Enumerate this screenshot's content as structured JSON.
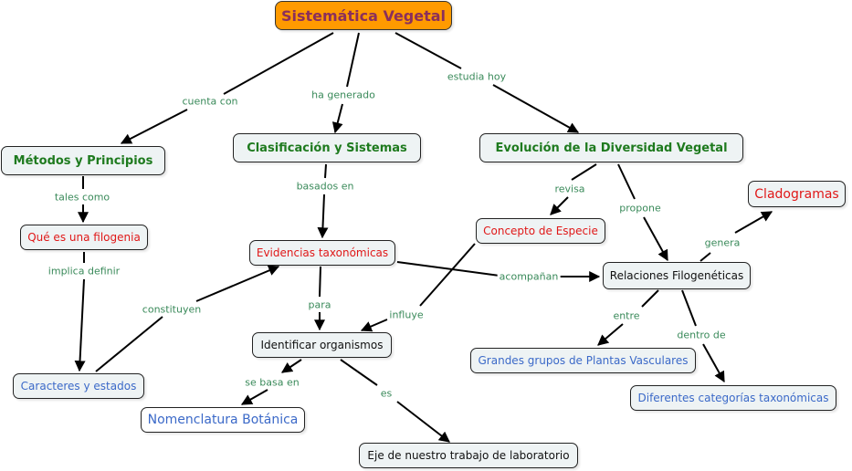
{
  "concept_map": {
    "title": "Sistemática Vegetal",
    "nodes": {
      "sistematica": "Sistemática Vegetal",
      "metodos": "Métodos y Principios",
      "clasificacion": "Clasificación y Sistemas",
      "evolucion": "Evolución de la Diversidad Vegetal",
      "filogenia": "Qué es una filogenia",
      "evidencias": "Evidencias taxonómicas",
      "especie": "Concepto de Especie",
      "cladogramas": "Cladogramas",
      "relaciones": "Relaciones Filogenéticas",
      "identificar": "Identificar organismos",
      "caracteres": "Caracteres y estados",
      "grandes": "Grandes grupos de Plantas Vasculares",
      "categorias": "Diferentes categorías taxonómicas",
      "nomenclatura": "Nomenclatura Botánica",
      "eje": "Eje de nuestro trabajo de laboratorio"
    },
    "links": {
      "cuenta_con": "cuenta con",
      "ha_generado": "ha generado",
      "estudia_hoy": "estudia hoy",
      "tales_como": "tales como",
      "implica_definir": "implica definir",
      "basados_en": "basados en",
      "revisa": "revisa",
      "propone": "propone",
      "genera": "genera",
      "acompanan": "acompañan",
      "constituyen": "constituyen",
      "para": "para",
      "influye": "influye",
      "entre": "entre",
      "dentro_de": "dentro de",
      "se_basa_en": "se basa en",
      "es": "es"
    },
    "colors": {
      "root_fill": "#ff9a00",
      "root_text": "#8a2f5c",
      "level1_text": "#1e7a1e",
      "red_text": "#e01818",
      "blue_text": "#3b69c8",
      "link_text": "#3a8a5a",
      "node_fill": "#eef3f4"
    }
  }
}
